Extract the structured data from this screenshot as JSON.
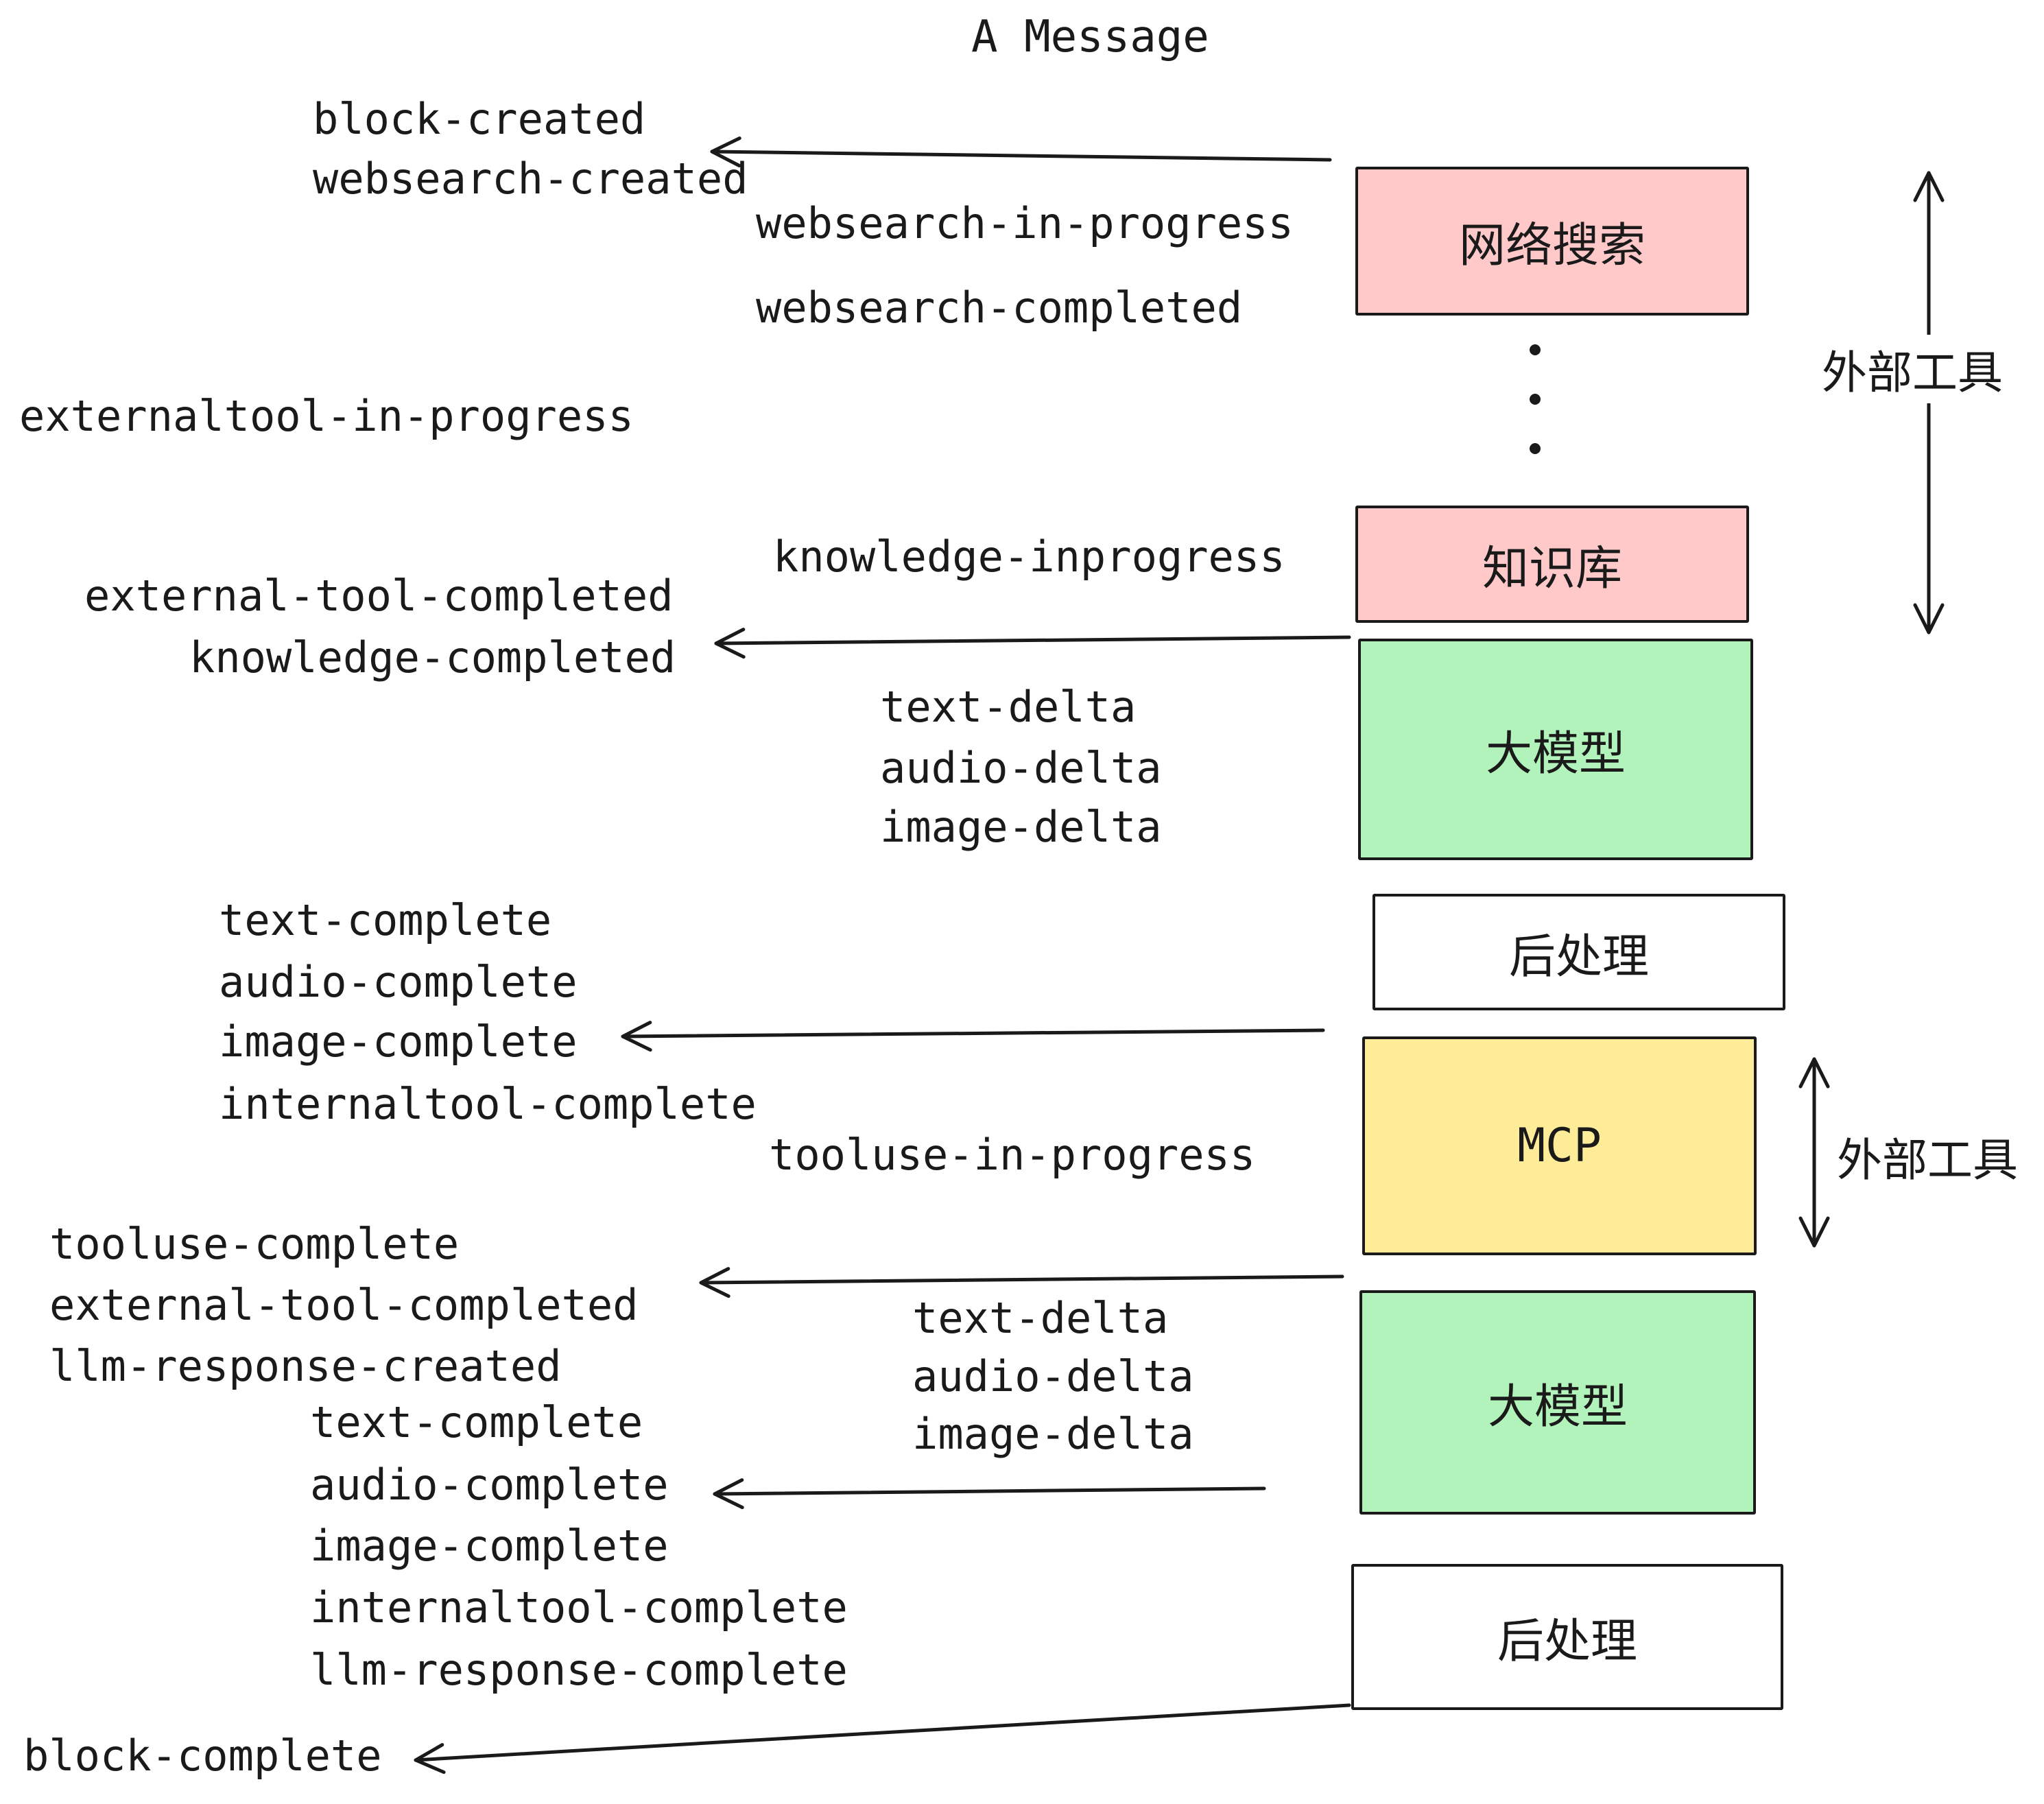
{
  "title": "A Message",
  "events": {
    "block_created": "block-created",
    "websearch_created": "websearch-created",
    "websearch_in_progress": "websearch-in-progress",
    "websearch_completed": "websearch-completed",
    "externaltool_in_progress": "externaltool-in-progress",
    "knowledge_inprogress": "knowledge-inprogress",
    "external_tool_completed": "external-tool-completed",
    "knowledge_completed": "knowledge-completed",
    "text_delta": "text-delta",
    "audio_delta": "audio-delta",
    "image_delta": "image-delta",
    "text_complete": "text-complete",
    "audio_complete": "audio-complete",
    "image_complete": "image-complete",
    "internaltool_complete": "internaltool-complete",
    "tooluse_in_progress": "tooluse-in-progress",
    "tooluse_complete": "tooluse-complete",
    "llm_response_created": "llm-response-created",
    "llm_response_complete": "llm-response-complete",
    "block_complete": "block-complete"
  },
  "boxes": {
    "websearch": "网络搜索",
    "knowledge": "知识库",
    "llm": "大模型",
    "post": "后处理",
    "mcp": "MCP"
  },
  "annotations": {
    "external_tools": "外部工具"
  },
  "icons": {
    "ellipsis": "vertical-ellipsis"
  },
  "colors": {
    "box_pink": "#ffc9c9",
    "box_green": "#b2f2bb",
    "box_yellow": "#ffec99",
    "box_white": "#ffffff",
    "stroke": "#1a1a1a",
    "background": "#ffffff"
  }
}
